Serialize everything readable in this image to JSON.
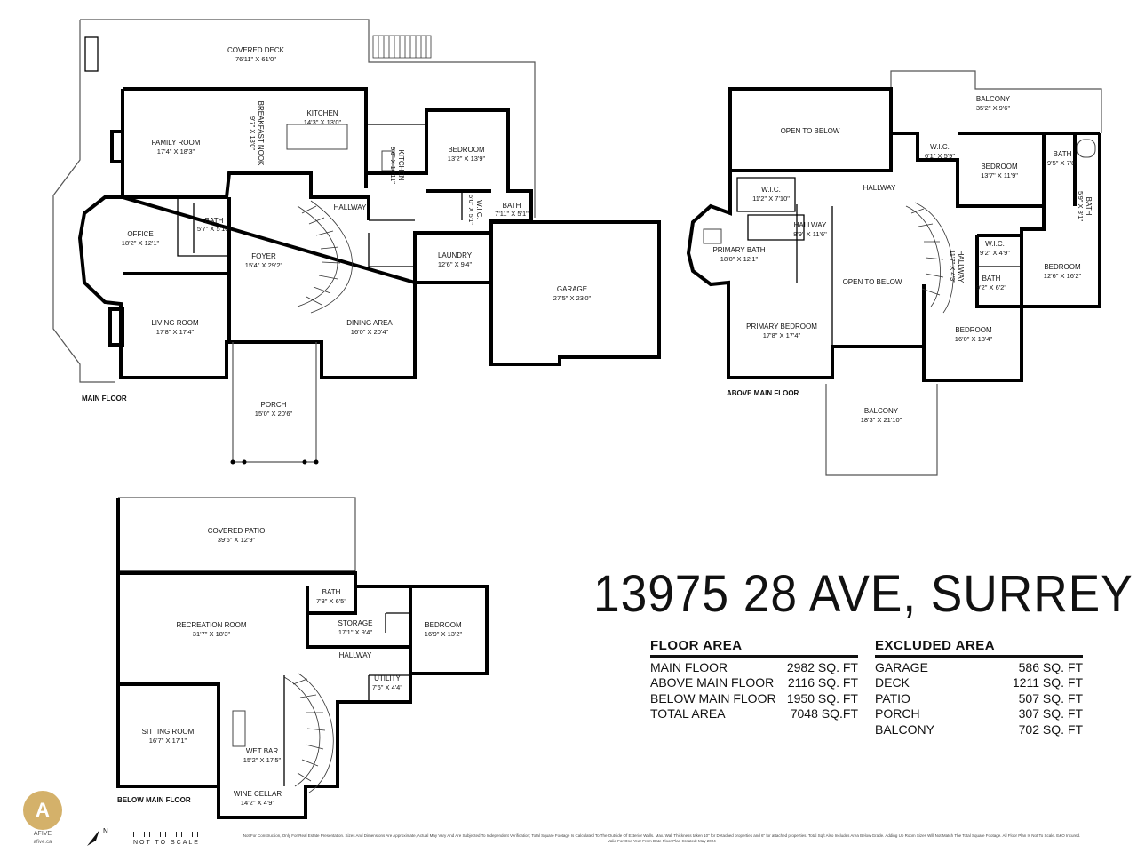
{
  "address": "13975 28 AVE, SURREY",
  "floors": {
    "main": "MAIN FLOOR",
    "above": "ABOVE MAIN FLOOR",
    "below": "BELOW MAIN FLOOR"
  },
  "rooms": {
    "covered_deck": {
      "name": "COVERED DECK",
      "dim": "76'11\" X 61'0\""
    },
    "family_room": {
      "name": "FAMILY ROOM",
      "dim": "17'4\" X 18'3\""
    },
    "breakfast_nook": {
      "name": "BREAKFAST NOOK",
      "dim": "9'7\" X 13'0\""
    },
    "kitchen": {
      "name": "KITCHEN",
      "dim": "14'3\" X 13'0\""
    },
    "kitchen2": {
      "name": "KITCHEN",
      "dim": "9'6\" X 10'11\""
    },
    "bedroom_main": {
      "name": "BEDROOM",
      "dim": "13'2\" X 13'9\""
    },
    "office": {
      "name": "OFFICE",
      "dim": "18'2\" X 12'1\""
    },
    "bath_main1": {
      "name": "BATH",
      "dim": "5'7\" X 5'10\""
    },
    "hallway_main": {
      "name": "HALLWAY"
    },
    "wic_main": {
      "name": "W.I.C.",
      "dim": "5'0\" X 5'1\""
    },
    "bath_main2": {
      "name": "BATH",
      "dim": "7'11\" X 5'1\""
    },
    "foyer": {
      "name": "FOYER",
      "dim": "15'4\" X 29'2\""
    },
    "laundry": {
      "name": "LAUNDRY",
      "dim": "12'6\" X 9'4\""
    },
    "garage": {
      "name": "GARAGE",
      "dim": "27'5\" X 23'0\""
    },
    "living_room": {
      "name": "LIVING ROOM",
      "dim": "17'8\" X 17'4\""
    },
    "dining_area": {
      "name": "DINING AREA",
      "dim": "16'0\" X 20'4\""
    },
    "porch": {
      "name": "PORCH",
      "dim": "15'0\" X 20'6\""
    },
    "open_below1": {
      "name": "OPEN TO BELOW"
    },
    "balcony_top": {
      "name": "BALCONY",
      "dim": "35'2\" X 9'6\""
    },
    "wic_up1": {
      "name": "W.I.C.",
      "dim": "6'1\" X 5'9\""
    },
    "bedroom_up1": {
      "name": "BEDROOM",
      "dim": "13'7\" X 11'9\""
    },
    "bath_up1": {
      "name": "BATH",
      "dim": "9'5\" X 7'8\""
    },
    "bath_up2": {
      "name": "BATH",
      "dim": "5'9\" X 8'1\""
    },
    "hallway_up": {
      "name": "HALLWAY"
    },
    "wic_up2": {
      "name": "W.I.C.",
      "dim": "11'2\" X 7'10\""
    },
    "hallway_up2": {
      "name": "HALLWAY",
      "dim": "8'9\" X 11'6\""
    },
    "primary_bath": {
      "name": "PRIMARY BATH",
      "dim": "18'0\" X 12'1\""
    },
    "open_below2": {
      "name": "OPEN TO BELOW"
    },
    "hallway_up3": {
      "name": "HALLWAY",
      "dim": "11'7\" X 4'3\""
    },
    "wic_up3": {
      "name": "W.I.C.",
      "dim": "9'2\" X 4'9\""
    },
    "bath_up3": {
      "name": "BATH",
      "dim": "9'2\" X 6'2\""
    },
    "bedroom_up2": {
      "name": "BEDROOM",
      "dim": "12'6\" X 16'2\""
    },
    "primary_bedroom": {
      "name": "PRIMARY BEDROOM",
      "dim": "17'8\" X 17'4\""
    },
    "bedroom_up3": {
      "name": "BEDROOM",
      "dim": "16'0\" X 13'4\""
    },
    "balcony_bottom": {
      "name": "BALCONY",
      "dim": "18'3\" X 21'10\""
    },
    "covered_patio": {
      "name": "COVERED PATIO",
      "dim": "39'6\" X 12'9\""
    },
    "bath_low": {
      "name": "BATH",
      "dim": "7'8\" X 6'5\""
    },
    "recreation_room": {
      "name": "RECREATION ROOM",
      "dim": "31'7\" X 18'3\""
    },
    "storage": {
      "name": "STORAGE",
      "dim": "17'1\" X 9'4\""
    },
    "bedroom_low": {
      "name": "BEDROOM",
      "dim": "16'9\" X 13'2\""
    },
    "hallway_low": {
      "name": "HALLWAY"
    },
    "utility": {
      "name": "UTILITY",
      "dim": "7'6\" X 4'4\""
    },
    "sitting_room": {
      "name": "SITTING ROOM",
      "dim": "16'7\" X 17'1\""
    },
    "wet_bar": {
      "name": "WET BAR",
      "dim": "15'2\" X 17'5\""
    },
    "wine_cellar": {
      "name": "WINE CELLAR",
      "dim": "14'2\" X 4'9\""
    }
  },
  "floor_area": {
    "title": "FLOOR AREA",
    "rows": [
      {
        "label": "MAIN FLOOR",
        "value": "2982 SQ. FT"
      },
      {
        "label": "ABOVE MAIN FLOOR",
        "value": "2116 SQ. FT"
      },
      {
        "label": "BELOW MAIN FLOOR",
        "value": "1950 SQ. FT"
      },
      {
        "label": "TOTAL AREA",
        "value": "7048 SQ.FT"
      }
    ]
  },
  "excluded_area": {
    "title": "EXCLUDED AREA",
    "rows": [
      {
        "label": "GARAGE",
        "value": "586 SQ. FT"
      },
      {
        "label": "DECK",
        "value": "1211 SQ. FT"
      },
      {
        "label": "PATIO",
        "value": "507 SQ. FT"
      },
      {
        "label": "PORCH",
        "value": "307 SQ. FT"
      },
      {
        "label": "BALCONY",
        "value": "702 SQ. FT"
      }
    ]
  },
  "logo": {
    "letter": "A",
    "name": "AFIVE",
    "url": "afive.ca",
    "color": "#d4b16a"
  },
  "north_label": "N",
  "scale_note": "NOT TO SCALE",
  "disclaimer": "Not For Construction, Only For Real Estate Presentation. Sizes And Dimensions Are Approximate, Actual May Vary And Are Subjected To Independent Verification; Total Square Footage Is Calculated To The Outside Of Exterior Walls. Max. Wall Thickness taken 10\" for Detached properties and 6\" for attached properties. Total Sqft Also Includes Area Below Grade. Adding Up Room Sizes Will Not Match The Total Square Footage. All Floor Plan Is Not To Scale. E&O Incured. Valid For One Year From Date Floor Plan Created: May 2024"
}
